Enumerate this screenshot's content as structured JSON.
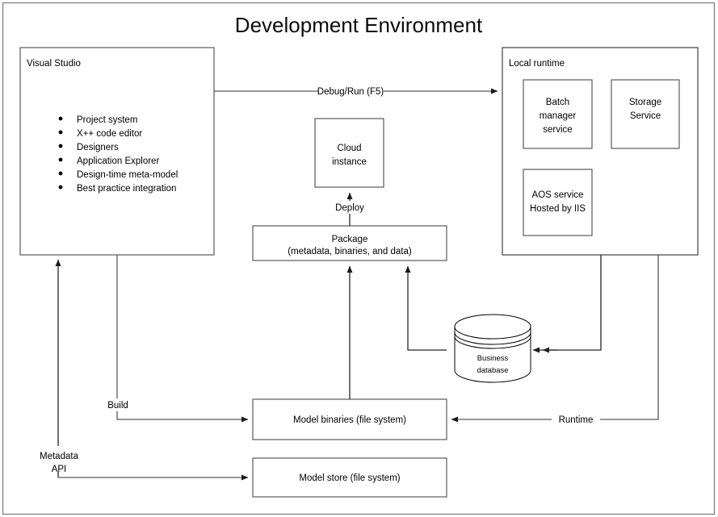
{
  "diagram": {
    "title": "Development Environment",
    "frame_name": "outer-frame",
    "colors": {
      "background": "#ffffff",
      "box_stroke": "#595959",
      "edge_stroke": "#595959",
      "text": "#000000",
      "frame_stroke": "#808080"
    },
    "nodes": {
      "visual_studio": {
        "label": "Visual Studio",
        "bullets": [
          "Project system",
          "X++ code editor",
          "Designers",
          "Application Explorer",
          "Design-time meta-model",
          "Best practice integration"
        ]
      },
      "local_runtime": {
        "label": "Local runtime",
        "children": [
          {
            "id": "batch-manager-service",
            "lines": [
              "Batch",
              "manager",
              "service"
            ]
          },
          {
            "id": "storage-service",
            "lines": [
              "Storage",
              "Service"
            ]
          },
          {
            "id": "aos-service",
            "lines": [
              "AOS service",
              "Hosted by IIS"
            ]
          }
        ]
      },
      "cloud_instance": {
        "lines": [
          "Cloud",
          "instance"
        ]
      },
      "package": {
        "lines": [
          "Package",
          "(metadata, binaries, and data)"
        ]
      },
      "business_database": {
        "lines": [
          "Business",
          "database"
        ]
      },
      "model_binaries": {
        "label": "Model binaries (file system)"
      },
      "model_store": {
        "label": "Model store (file system)"
      }
    },
    "edge_labels": {
      "debug_run": "Debug/Run (F5)",
      "deploy": "Deploy",
      "build": "Build",
      "metadata_api_line1": "Metadata",
      "metadata_api_line2": "API",
      "runtime": "Runtime"
    }
  }
}
